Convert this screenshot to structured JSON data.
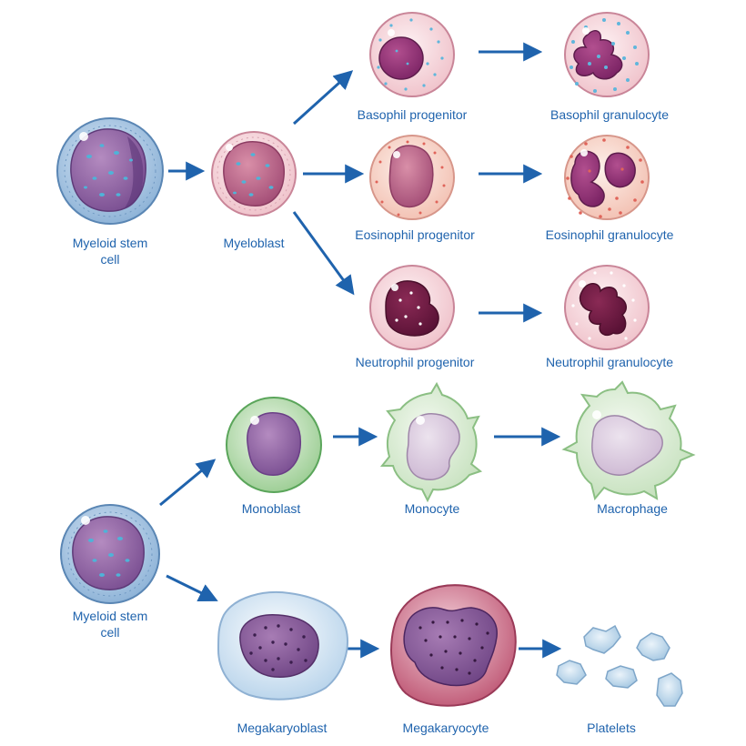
{
  "colors": {
    "label": "#1f63ad",
    "arrow": "#1f63ad"
  },
  "labels": {
    "myeloid_stem_cell_top": "Myeloid stem cell",
    "myeloblast": "Myeloblast",
    "basophil_progenitor": "Basophil progenitor",
    "basophil_granulocyte": "Basophil granulocyte",
    "eosinophil_progenitor": "Eosinophil progenitor",
    "eosinophil_granulocyte": "Eosinophil granulocyte",
    "neutrophil_progenitor": "Neutrophil progenitor",
    "neutrophil_granulocyte": "Neutrophil granulocyte",
    "monoblast": "Monoblast",
    "monocyte": "Monocyte",
    "macrophage": "Macrophage",
    "myeloid_stem_cell_bottom": "Myeloid stem cell",
    "megakaryoblast": "Megakaryoblast",
    "megakaryocyte": "Megakaryocyte",
    "platelets": "Platelets"
  }
}
